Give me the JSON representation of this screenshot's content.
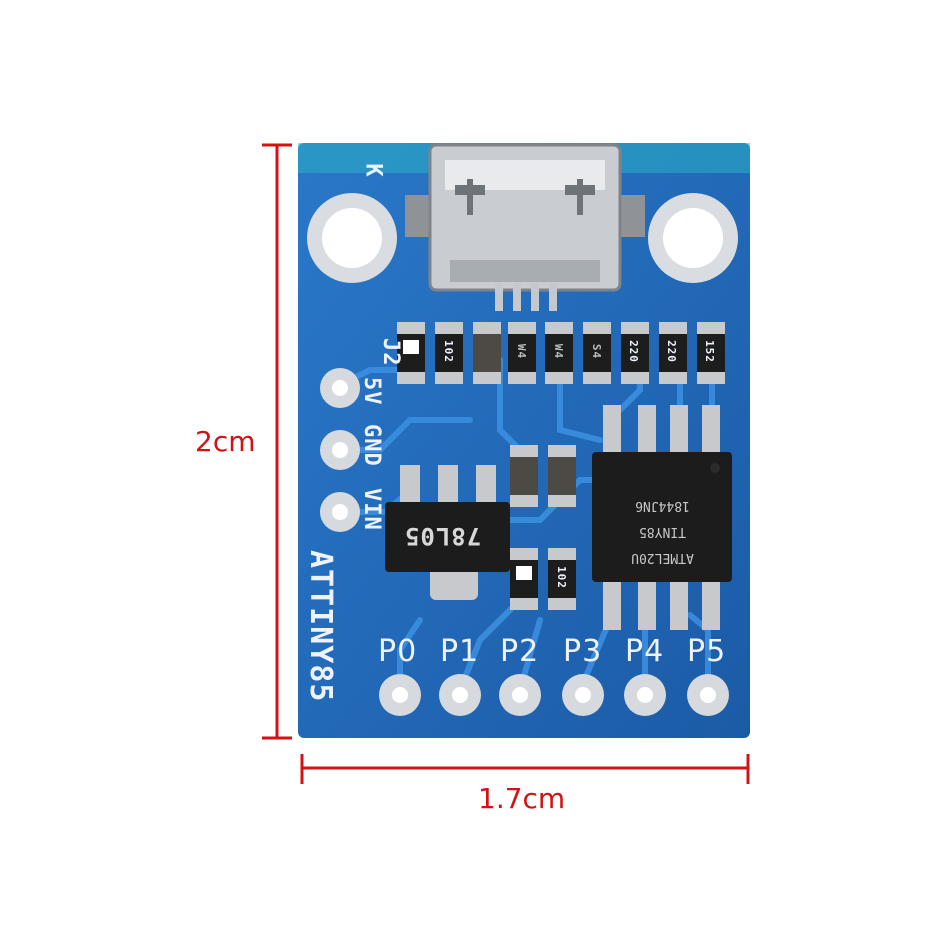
{
  "dimensions": {
    "height_label": "2cm",
    "width_label": "1.7cm",
    "line_color": "#d31313"
  },
  "board": {
    "name": "ATTINY85",
    "color": "#1f66b8",
    "corner_mark": "K",
    "power_header": {
      "connector_label": "J2",
      "pins": [
        "5V",
        "GND",
        "VIN"
      ]
    },
    "io_pins": [
      "P0",
      "P1",
      "P2",
      "P3",
      "P4",
      "P5"
    ],
    "regulator_marking": "78L05",
    "mcu_marking": [
      "ATMEL20U",
      "TINY85",
      "1844JN6"
    ],
    "resistor_markings": [
      "102",
      "220",
      "220",
      "152",
      "102"
    ],
    "diode_markings": [
      "W4",
      "W4",
      "S4"
    ]
  }
}
